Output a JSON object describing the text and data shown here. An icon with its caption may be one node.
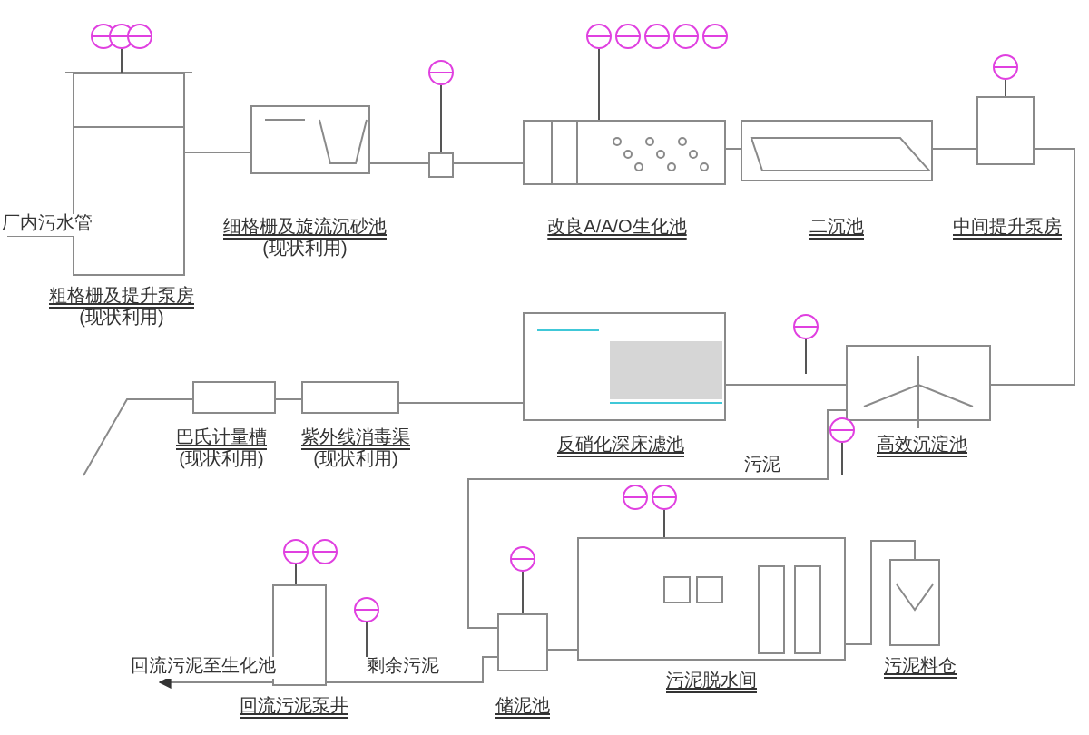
{
  "diagram": {
    "nodes": [
      {
        "text": [
          "粗格栅及提升泵房",
          "(现状利用)"
        ]
      },
      {
        "text": [
          "细格栅及旋流沉砂池",
          "(现状利用)"
        ]
      },
      {
        "text": [],
        "shape": "box"
      },
      {
        "text": [
          "改良A/A/O生化池"
        ]
      },
      {
        "text": [
          "二沉池"
        ]
      },
      {
        "text": [
          "中间提升泵房"
        ]
      },
      {
        "text": [
          "高效沉淀池"
        ]
      },
      {
        "text": [
          "反硝化深床滤池"
        ]
      },
      {
        "text": [
          "紫外线消毒渠",
          "(现状利用)"
        ]
      },
      {
        "text": [
          "巴氏计量槽",
          "(现状利用)"
        ]
      },
      {
        "text": [
          "回流污泥泵井"
        ]
      },
      {
        "text": [
          "储泥池"
        ]
      },
      {
        "text": [
          "污泥脱水间"
        ]
      },
      {
        "text": [
          "污泥料仓"
        ]
      },
      {
        "text": [],
        "shape": "circle"
      },
      {
        "text": [],
        "shape": "circle"
      },
      {
        "text": [],
        "shape": "circle"
      },
      {
        "text": [],
        "shape": "circle"
      },
      {
        "text": [],
        "shape": "circle"
      },
      {
        "text": [],
        "shape": "circle"
      },
      {
        "text": [],
        "shape": "circle"
      },
      {
        "text": [],
        "shape": "circle"
      },
      {
        "text": [],
        "shape": "circle"
      },
      {
        "text": [],
        "shape": "circle"
      },
      {
        "text": [],
        "shape": "circle"
      },
      {
        "text": [],
        "shape": "circle"
      },
      {
        "text": [],
        "shape": "circle"
      },
      {
        "text": [],
        "shape": "circle"
      },
      {
        "text": [],
        "shape": "circle"
      },
      {
        "text": [],
        "shape": "circle"
      },
      {
        "text": [],
        "shape": "circle"
      },
      {
        "text": [],
        "shape": "circle"
      }
    ],
    "edges": [
      {
        "from": null,
        "to": 0,
        "arrow": "none",
        "label": "厂内污水管"
      },
      {
        "from": 0,
        "to": 1,
        "arrow": "none"
      },
      {
        "from": 1,
        "to": 2,
        "arrow": "none"
      },
      {
        "from": 2,
        "to": 3,
        "arrow": "none"
      },
      {
        "from": 3,
        "to": 4,
        "arrow": "none"
      },
      {
        "from": 4,
        "to": 5,
        "arrow": "none"
      },
      {
        "from": 5,
        "to": 6,
        "arrow": "none"
      },
      {
        "from": 6,
        "to": 7,
        "arrow": "none"
      },
      {
        "from": 7,
        "to": 8,
        "arrow": "none"
      },
      {
        "from": 8,
        "to": 9,
        "arrow": "none"
      },
      {
        "from": 9,
        "to": null,
        "arrow": "none"
      },
      {
        "from": 10,
        "to": null,
        "arrow": "to",
        "label": "回流污泥至生化池"
      },
      {
        "from": 10,
        "to": 11,
        "arrow": "none",
        "label": "剩余污泥"
      },
      {
        "from": 6,
        "to": 11,
        "arrow": "none",
        "label": "污泥"
      },
      {
        "from": 11,
        "to": 12,
        "arrow": "none"
      },
      {
        "from": 12,
        "to": 13,
        "arrow": "none"
      },
      {
        "from": 15,
        "to": 0,
        "arrow": "none"
      },
      {
        "from": 17,
        "to": 2,
        "arrow": "none"
      },
      {
        "from": 18,
        "to": 3,
        "arrow": "none"
      },
      {
        "from": 23,
        "to": 5,
        "arrow": "none"
      },
      {
        "from": 24,
        "to": null,
        "arrow": "none"
      },
      {
        "from": 25,
        "to": null,
        "arrow": "none"
      },
      {
        "from": 27,
        "to": 12,
        "arrow": "none"
      },
      {
        "from": 28,
        "to": 10,
        "arrow": "none"
      },
      {
        "from": 30,
        "to": null,
        "arrow": "none"
      },
      {
        "from": 31,
        "to": 11,
        "arrow": "none"
      }
    ]
  }
}
